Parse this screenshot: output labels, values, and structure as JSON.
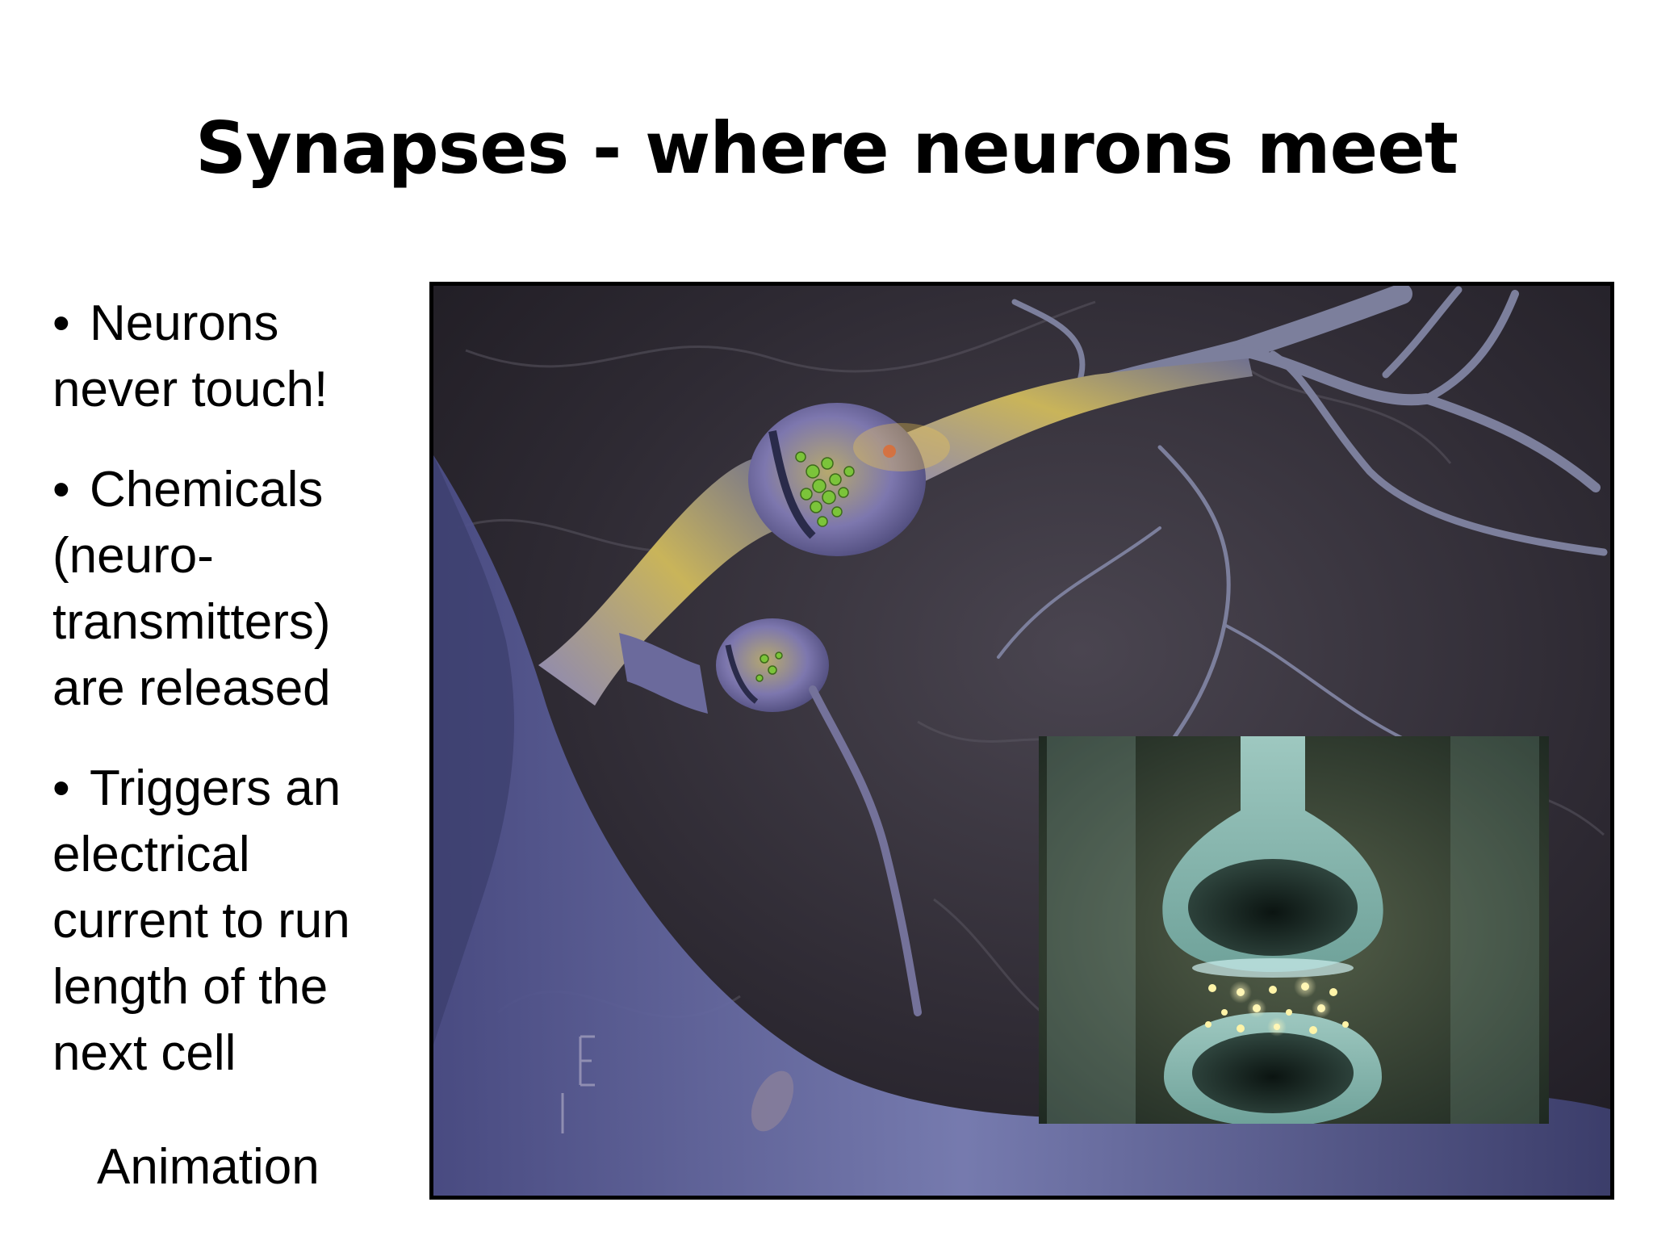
{
  "slide": {
    "title": "Synapses - where neurons meet",
    "bullets": [
      "Neurons never touch!",
      "Chemicals (neuro- transmitters) are released",
      "Triggers an electrical current to run length of the next cell"
    ],
    "link_label": "Animation",
    "bullet_glyph": "•"
  }
}
